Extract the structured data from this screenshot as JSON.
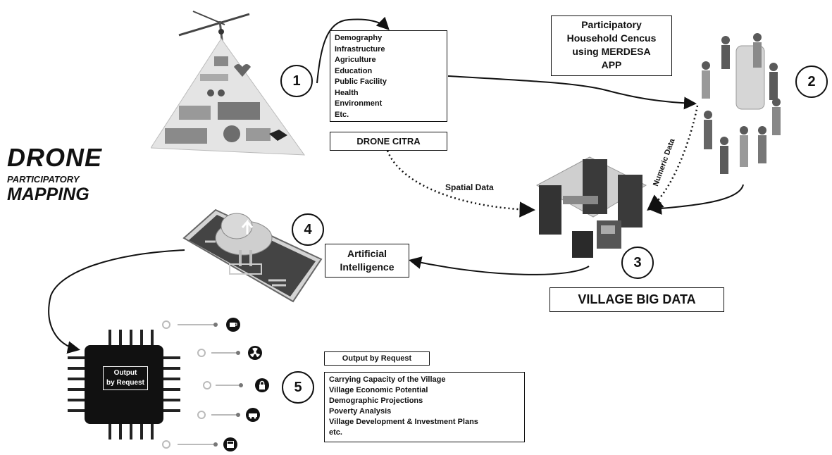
{
  "title": {
    "line1": "DRONE",
    "line2": "PARTICIPATORY",
    "line3": "MAPPING"
  },
  "steps": [
    "1",
    "2",
    "3",
    "4",
    "5"
  ],
  "data_categories": {
    "items": [
      "Demography",
      "Infrastructure",
      "Agriculture",
      "Education",
      "Public Facility",
      "Health",
      "Environment",
      "Etc."
    ]
  },
  "drone_citra_label": "DRONE CITRA",
  "census": {
    "line1": "Participatory",
    "line2": "Household Cencus",
    "line3": "using MERDESA",
    "line4": "APP"
  },
  "edges": {
    "spatial": "Spatial Data",
    "numeric": "Numeric Data"
  },
  "village_big_data": "VILLAGE BIG DATA",
  "ai": {
    "line1": "Artificial",
    "line2": "Intelligence"
  },
  "chip_label": {
    "line1": "Output",
    "line2": "by Request"
  },
  "output_header": "Output by Request",
  "outputs": {
    "items": [
      "Carrying Capacity of the Village",
      "Village Economic Potential",
      "Demographic Projections",
      "Poverty Analysis",
      "Village Development & Investment Plans",
      "etc."
    ]
  },
  "icons": [
    "drone-icon",
    "village-pyramid-icon",
    "people-icon",
    "server-icon",
    "phone-cloud-icon",
    "chip-icon",
    "coffee-icon",
    "radiation-icon",
    "lock-icon",
    "car-icon",
    "bus-icon"
  ],
  "colors": {
    "ink": "#111111",
    "gray": "#8a8a8a",
    "light": "#d9d9d9"
  }
}
